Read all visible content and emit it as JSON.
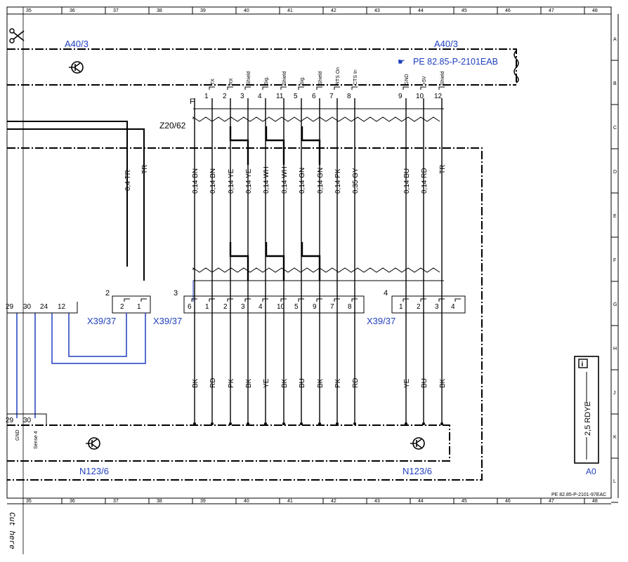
{
  "columns": [
    "35",
    "36",
    "37",
    "38",
    "39",
    "40",
    "41",
    "42",
    "43",
    "44",
    "45",
    "46",
    "47",
    "48"
  ],
  "rows": [
    "A",
    "B",
    "C",
    "D",
    "E",
    "F",
    "G",
    "H",
    "J",
    "K",
    "L"
  ],
  "top_module": {
    "label_left": "A40/3",
    "label_right": "A40/3",
    "ref": "PE 82.85-P-2101EAB",
    "ref_icon": "pointing-hand-icon"
  },
  "top_pins": [
    {
      "n": "1",
      "name": "TX"
    },
    {
      "n": "2",
      "name": "RX"
    },
    {
      "n": "3",
      "name": "Shield"
    },
    {
      "n": "4",
      "name": "Sig."
    },
    {
      "n": "11",
      "name": "Shield"
    },
    {
      "n": "5",
      "name": "Sig."
    },
    {
      "n": "6",
      "name": "Shield"
    },
    {
      "n": "7",
      "name": "RTS On"
    },
    {
      "n": "8",
      "name": "CTS In"
    },
    {
      "n": "9",
      "name": "GND"
    },
    {
      "n": "10",
      "name": "+5V"
    },
    {
      "n": "12",
      "name": "Shield"
    }
  ],
  "labels": {
    "f": "F",
    "z": "Z20/62",
    "conn2": "2",
    "conn3": "3",
    "conn4": "4"
  },
  "wires_upper": [
    "0,14 BN",
    "0,14 BN",
    "0,14 YE",
    "0,14 YE",
    "0,14 WH",
    "0,14 WH",
    "0,14 GN",
    "0,14 GN",
    "0,14 PK",
    "0,35 GY",
    "0,14 BU",
    "0,14 RD",
    "TR"
  ],
  "left_wires": [
    "0,4 TR",
    "TR"
  ],
  "connector_x39_37": {
    "label": "X39/37",
    "c2_pins": [
      "2",
      "1"
    ],
    "c3_pins": [
      "6",
      "1",
      "2",
      "3",
      "4",
      "10",
      "5",
      "9",
      "7",
      "8"
    ],
    "c4_pins": [
      "1",
      "2",
      "3",
      "4"
    ]
  },
  "left_pins_mid": [
    "29",
    "30",
    "24",
    "12"
  ],
  "wires_lower": [
    "BK",
    "RD",
    "PK",
    "BK",
    "YE",
    "BK",
    "BU",
    "BK",
    "PK",
    "RD",
    "YE",
    "BU",
    "BK"
  ],
  "bottom_module": {
    "label": "N123/6",
    "pins": [
      "29",
      "30"
    ],
    "pin_names": [
      "GND",
      "Sense 4"
    ]
  },
  "side_box": {
    "cable": "2,5 RDYE",
    "label": "A0",
    "icon": "info-icon"
  },
  "footer_ref": "PE 82.85-P-2101-97EAC",
  "cut_text": "Cut here",
  "icons": {
    "scissors": "scissors-icon",
    "transistor": "transistor-icon"
  }
}
